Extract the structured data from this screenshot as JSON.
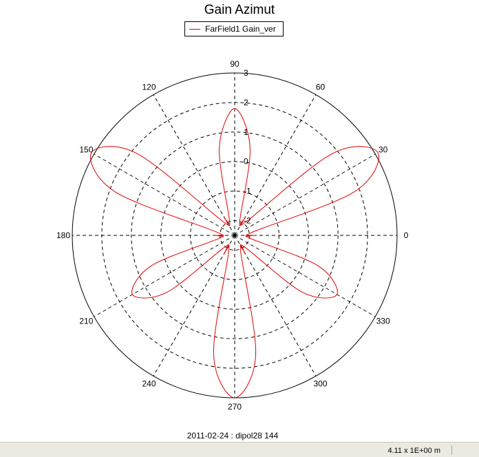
{
  "chart_data": {
    "type": "polar-line",
    "title": "Gain Azimut",
    "legend": [
      {
        "name": "FarField1 Gain_ver",
        "color": "#e00000"
      }
    ],
    "angular_ticks": [
      "0",
      "30",
      "60",
      "90",
      "120",
      "150",
      "180",
      "210",
      "240",
      "270",
      "300",
      "330"
    ],
    "radial_ticks": [
      "-2",
      "-1",
      "0",
      "1",
      "2",
      "3"
    ],
    "radial_range": [
      -2.5,
      3
    ],
    "grid": true,
    "series": [
      {
        "name": "FarField1 Gain_ver",
        "color": "#e00000",
        "angle_deg": [
          0,
          10,
          20,
          30,
          40,
          50,
          60,
          70,
          80,
          90,
          100,
          110,
          120,
          130,
          140,
          150,
          160,
          170,
          180,
          190,
          200,
          210,
          220,
          230,
          240,
          250,
          260,
          270,
          280,
          290,
          300,
          310,
          320,
          330,
          340,
          350
        ],
        "gain": [
          -1.8,
          -1.9,
          1.8,
          3.1,
          1.8,
          -1.9,
          -1.8,
          -2.0,
          0.5,
          1.8,
          0.5,
          -2.0,
          -1.8,
          -1.9,
          1.8,
          3.1,
          1.8,
          -1.9,
          -1.8,
          -2.0,
          0.5,
          1.5,
          0.5,
          -2.0,
          -1.8,
          -1.9,
          1.6,
          3.0,
          1.6,
          -1.9,
          -1.8,
          -2.0,
          0.5,
          1.5,
          0.5,
          -2.0
        ]
      }
    ],
    "footer": "2011-02-24 : dipol28 144"
  },
  "status_bar": {
    "readout": "4.11 x 1E+00 m"
  }
}
